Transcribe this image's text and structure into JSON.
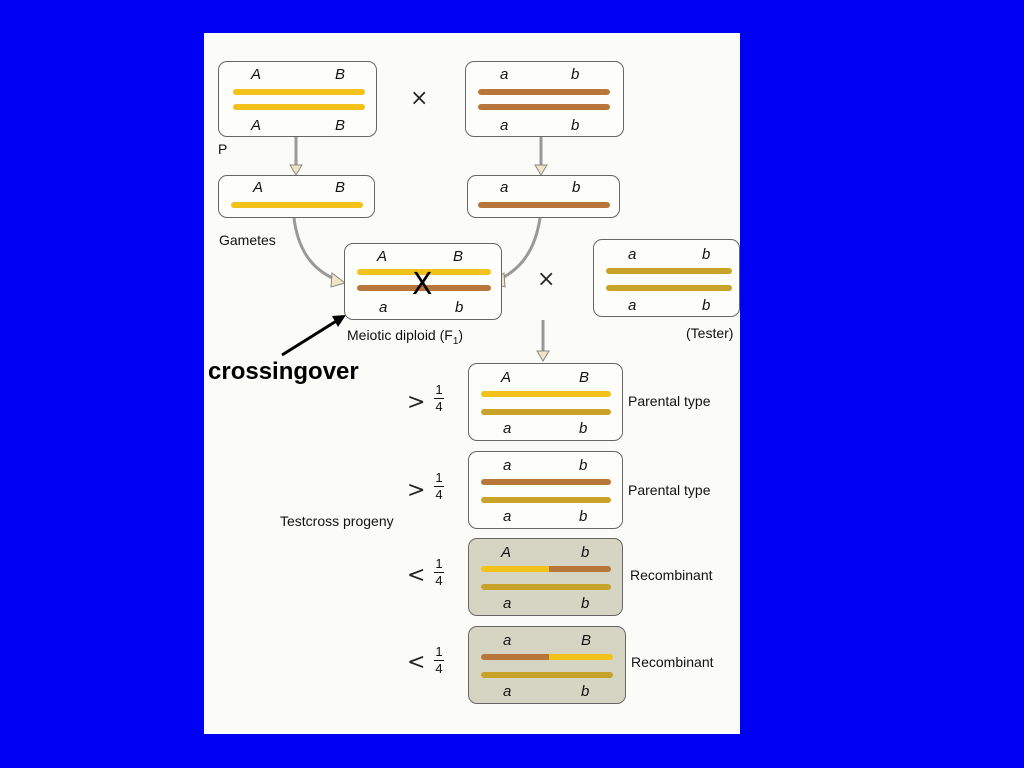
{
  "labels": {
    "p": "P",
    "gametes": "Gametes",
    "meiotic": "Meiotic diploid (F",
    "meiotic_sub": "1",
    "meiotic_close": ")",
    "tester": "(Tester)",
    "testcross": "Testcross progeny",
    "crossing": "crossingover",
    "x_mark": "X",
    "cross_symbol": "×",
    "parental_type": "Parental type",
    "recombinant": "Recombinant",
    "greater": ">",
    "less": "<",
    "one": "1",
    "four": "4"
  },
  "alleles": {
    "A": "A",
    "B": "B",
    "a": "a",
    "b": "b"
  },
  "colors": {
    "yellow": "#f2c21b",
    "brown": "#b8763a",
    "olive": "#c9a22a",
    "blue_background": "#0000f5"
  }
}
